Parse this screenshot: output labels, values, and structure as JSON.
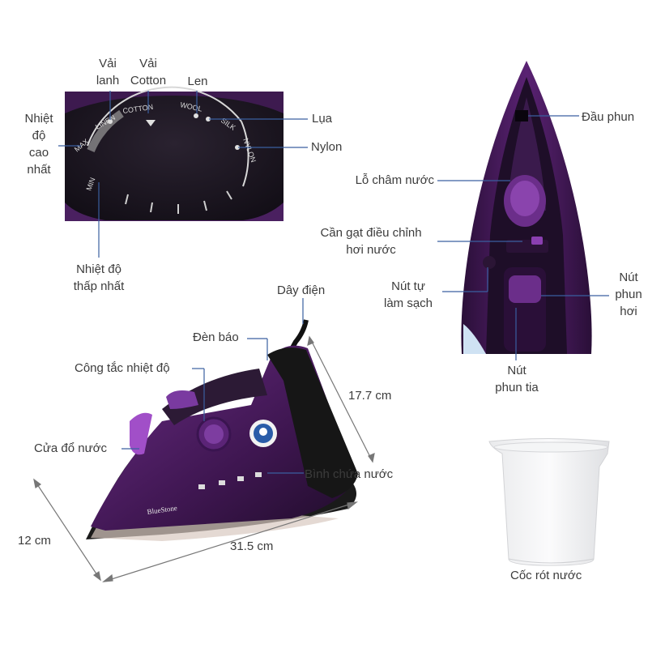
{
  "dial": {
    "labels": {
      "cool_fabric": "Vải\nlanh",
      "cotton": "Vải\nCotton",
      "wool": "Len",
      "silk": "Lụa",
      "nylon": "Nylon",
      "max_temp": "Nhiệt\nđộ\ncao\nnhất",
      "min_temp": "Nhiệt độ\nthấp nhất"
    },
    "markings": {
      "linen": "LINEN",
      "cotton": "COTTON",
      "wool": "WOOL",
      "silk": "SILK",
      "nylon": "NYLON",
      "max": "MAX",
      "min": "MIN"
    }
  },
  "top_view": {
    "labels": {
      "nozzle": "Đầu phun",
      "water_inlet": "Lỗ châm nước",
      "steam_lever": "Cần gạt điều chỉnh\nhơi nước",
      "self_clean": "Nút tự\nlàm sạch",
      "steam_button": "Nút\nphun\nhơi",
      "spray_button": "Nút\nphun tia"
    }
  },
  "side_view": {
    "labels": {
      "power_cord": "Dây điện",
      "indicator": "Đèn báo",
      "temp_switch": "Công tắc nhiệt độ",
      "fill_door": "Cửa đổ nước",
      "water_tank": "Bình chứa nước"
    },
    "brand": "BlueStone",
    "dimensions": {
      "height": "17.7 cm",
      "width": "12 cm",
      "length": "31.5 cm"
    }
  },
  "cup": {
    "label": "Cốc rót nước"
  },
  "colors": {
    "body_purple": "#4a1f5e",
    "dark_body": "#1c1420",
    "accent_purple": "#8a3fb0",
    "leader_line": "#3a5fa0",
    "dimension_line": "#777777"
  }
}
